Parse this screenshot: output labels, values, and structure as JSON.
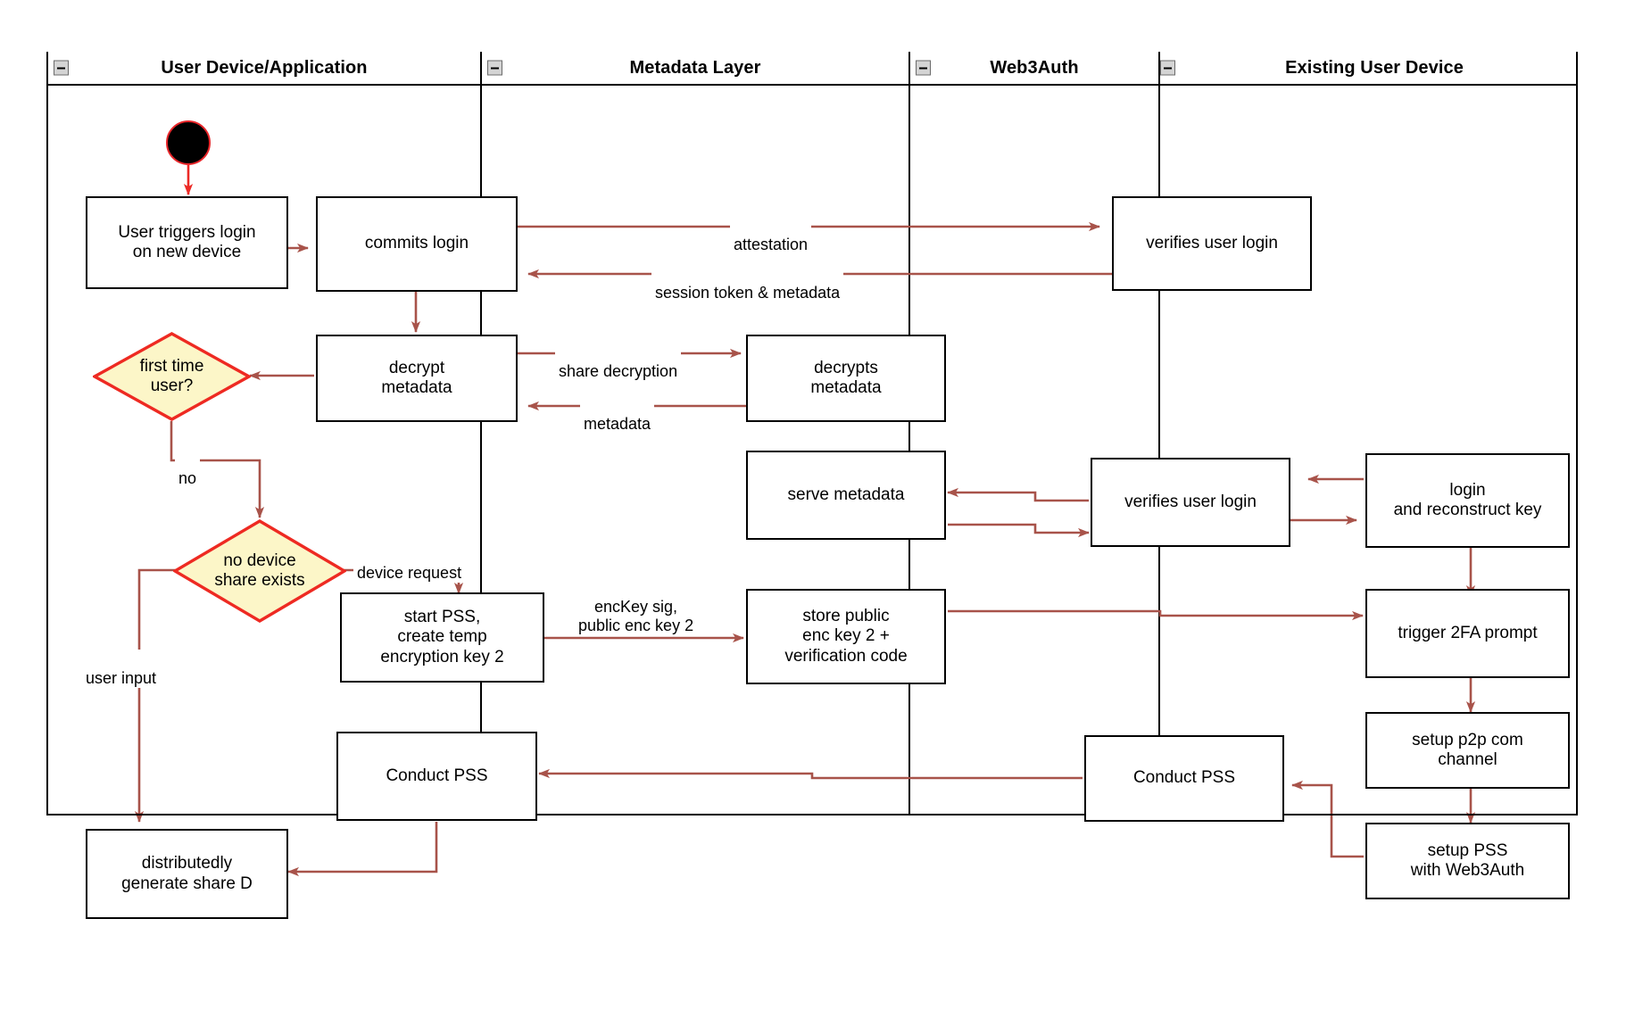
{
  "diagram": {
    "title": "Web3Auth new-device login activity diagram",
    "accent_edge_color": "#a8534a",
    "start_node_color": "#e8262a",
    "decision_fill": "#fcf6c8",
    "decision_stroke": "#ee2a22",
    "node_stroke": "#000000"
  },
  "lanes": [
    {
      "id": "user-device",
      "label": "User Device/Application",
      "collapse_icon": "minus-box-icon"
    },
    {
      "id": "metadata-layer",
      "label": "Metadata Layer",
      "collapse_icon": "minus-box-icon"
    },
    {
      "id": "web3auth",
      "label": "Web3Auth",
      "collapse_icon": "minus-box-icon"
    },
    {
      "id": "existing-device",
      "label": "Existing User Device",
      "collapse_icon": "minus-box-icon"
    }
  ],
  "start_node": {
    "name": "initial-node"
  },
  "nodes": [
    {
      "id": "user-triggers-login",
      "lane": "user-device",
      "label": "User triggers login\non new device"
    },
    {
      "id": "commits-login",
      "lane": "user-device",
      "label": "commits login"
    },
    {
      "id": "decrypt-metadata",
      "lane": "user-device",
      "label": "decrypt\nmetadata"
    },
    {
      "id": "start-pss",
      "lane": "user-device",
      "label": "start PSS,\ncreate temp\nencryption key 2"
    },
    {
      "id": "conduct-pss-user",
      "lane": "user-device",
      "label": "Conduct PSS"
    },
    {
      "id": "generate-share-d",
      "lane": "user-device",
      "label": "distributedly\ngenerate share D"
    },
    {
      "id": "decrypts-metadata",
      "lane": "metadata-layer",
      "label": "decrypts\nmetadata"
    },
    {
      "id": "serve-metadata",
      "lane": "metadata-layer",
      "label": "serve metadata"
    },
    {
      "id": "store-public-key",
      "lane": "metadata-layer",
      "label": "store public\nenc key 2 +\nverification code"
    },
    {
      "id": "verifies-login-1",
      "lane": "web3auth",
      "label": "verifies user login"
    },
    {
      "id": "verifies-login-2",
      "lane": "web3auth",
      "label": "verifies user login"
    },
    {
      "id": "conduct-pss-web3",
      "lane": "web3auth",
      "label": "Conduct PSS"
    },
    {
      "id": "login-reconstruct",
      "lane": "existing-device",
      "label": "login\nand reconstruct key"
    },
    {
      "id": "trigger-2fa",
      "lane": "existing-device",
      "label": "trigger 2FA prompt"
    },
    {
      "id": "setup-p2p",
      "lane": "existing-device",
      "label": "setup p2p com\nchannel"
    },
    {
      "id": "setup-pss-web3auth",
      "lane": "existing-device",
      "label": "setup PSS\nwith Web3Auth"
    }
  ],
  "decisions": [
    {
      "id": "first-time-user",
      "lane": "user-device",
      "label": "first time\nuser?"
    },
    {
      "id": "no-device-share",
      "lane": "user-device",
      "label": "no device\nshare exists"
    }
  ],
  "edge_labels": [
    {
      "id": "attestation",
      "text": "attestation"
    },
    {
      "id": "session-token",
      "text": "session token & metadata"
    },
    {
      "id": "share-decryption",
      "text": "share decryption"
    },
    {
      "id": "metadata",
      "text": "metadata"
    },
    {
      "id": "no-branch",
      "text": "no"
    },
    {
      "id": "device-request",
      "text": "device request"
    },
    {
      "id": "user-input",
      "text": "user input"
    },
    {
      "id": "enckey-sig",
      "text": "encKey sig,\npublic enc key 2"
    }
  ]
}
